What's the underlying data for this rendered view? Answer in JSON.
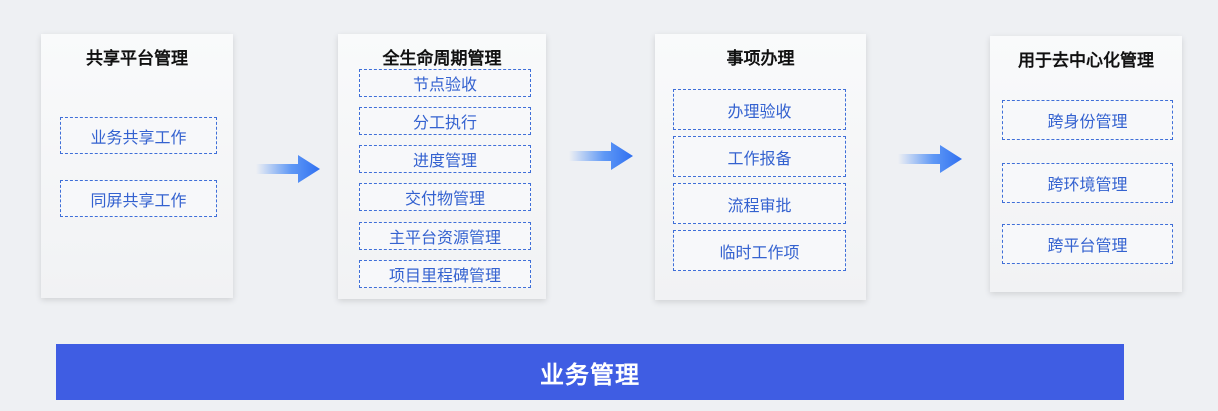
{
  "cards": [
    {
      "title": "共享平台管理",
      "items": [
        "业务共享工作",
        "同屏共享工作"
      ]
    },
    {
      "title": "全生命周期管理",
      "items": [
        "节点验收",
        "分工执行",
        "进度管理",
        "交付物管理",
        "主平台资源管理",
        "项目里程碑管理"
      ]
    },
    {
      "title": "事项办理",
      "items": [
        "办理验收",
        "工作报备",
        "流程审批",
        "临时工作项"
      ]
    },
    {
      "title": "用于去中心化管理",
      "items": [
        "跨身份管理",
        "跨环境管理",
        "跨平台管理"
      ]
    }
  ],
  "banner": {
    "label": "业务管理"
  },
  "colors": {
    "accent": "#3f5de3",
    "item_text": "#3462d0",
    "item_border": "#3f6fd8"
  },
  "icons": [
    "arrow-right-icon",
    "arrow-right-icon",
    "arrow-right-icon"
  ]
}
